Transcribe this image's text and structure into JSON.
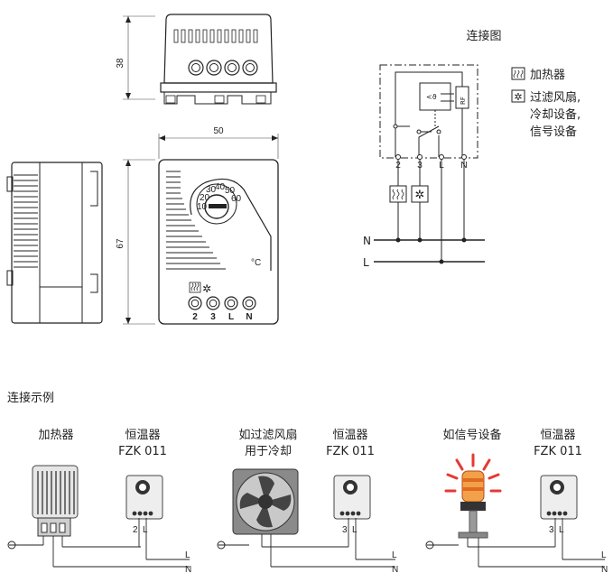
{
  "drawings": {
    "dim_height_top": "38",
    "dim_width": "50",
    "dim_height_front": "67",
    "dial_scale": [
      "10",
      "20",
      "30",
      "40",
      "50",
      "60"
    ],
    "dial_unit": "°C",
    "terminals": [
      "2",
      "3",
      "L",
      "N"
    ]
  },
  "wiring": {
    "title": "连接图",
    "terminals": [
      "2",
      "3",
      "L",
      "N"
    ],
    "relay_label": "RF",
    "line_n": "N",
    "line_l": "L",
    "legend": [
      {
        "icon": "heater-icon",
        "text": "加热器"
      },
      {
        "icon": "fan-icon",
        "lines": [
          "过滤风扇,",
          "冷却设备,",
          "信号设备"
        ]
      }
    ]
  },
  "examples": {
    "title": "连接示例",
    "panels": [
      {
        "device_label": "加热器",
        "thermostat_lines": [
          "恒温器",
          "FZK 011"
        ],
        "terminal_labels": [
          "2",
          "L"
        ],
        "wire_l": "L",
        "wire_n": "N"
      },
      {
        "device_lines": [
          "如过滤风扇",
          "用于冷却"
        ],
        "thermostat_lines": [
          "恒温器",
          "FZK 011"
        ],
        "terminal_labels": [
          "3",
          "L"
        ],
        "wire_l": "L",
        "wire_n": "N"
      },
      {
        "device_label": "如信号设备",
        "thermostat_lines": [
          "恒温器",
          "FZK 011"
        ],
        "terminal_labels": [
          "3",
          "L"
        ],
        "wire_l": "L",
        "wire_n": "N"
      }
    ]
  }
}
